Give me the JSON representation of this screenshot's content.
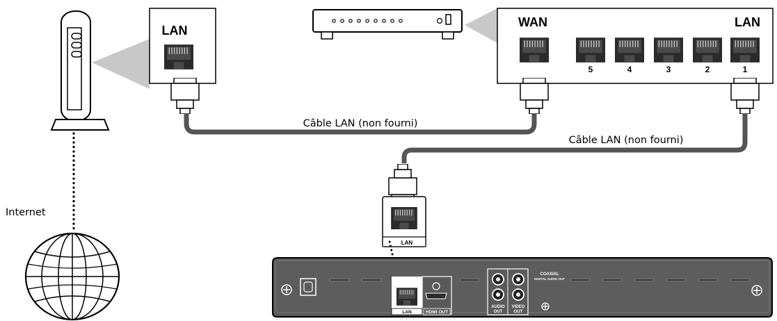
{
  "modem": {
    "port_label": "LAN"
  },
  "router": {
    "wan_label": "WAN",
    "lan_label": "LAN",
    "port_numbers": [
      "5",
      "4",
      "3",
      "2",
      "1"
    ]
  },
  "cables": {
    "cable_modem_router": "Câble LAN (non fourni)",
    "cable_router_player": "Câble LAN (non fourni)"
  },
  "internet": {
    "label": "Internet"
  },
  "player_inset": {
    "port_label": "LAN"
  },
  "player_panel": {
    "lan_label": "LAN",
    "hdmi_label": "HDMI OUT",
    "audio_label_1": "AUDIO",
    "audio_label_2": "OUT",
    "video_label_1": "VIDEO",
    "video_label_2": "OUT",
    "coaxial_label_1": "COAXIAL",
    "coaxial_label_2": "DIGITAL AUDIO OUT"
  },
  "colors": {
    "cable": "#555555",
    "panel": "#5a5a5a",
    "shadow": "#c8c8c8"
  }
}
